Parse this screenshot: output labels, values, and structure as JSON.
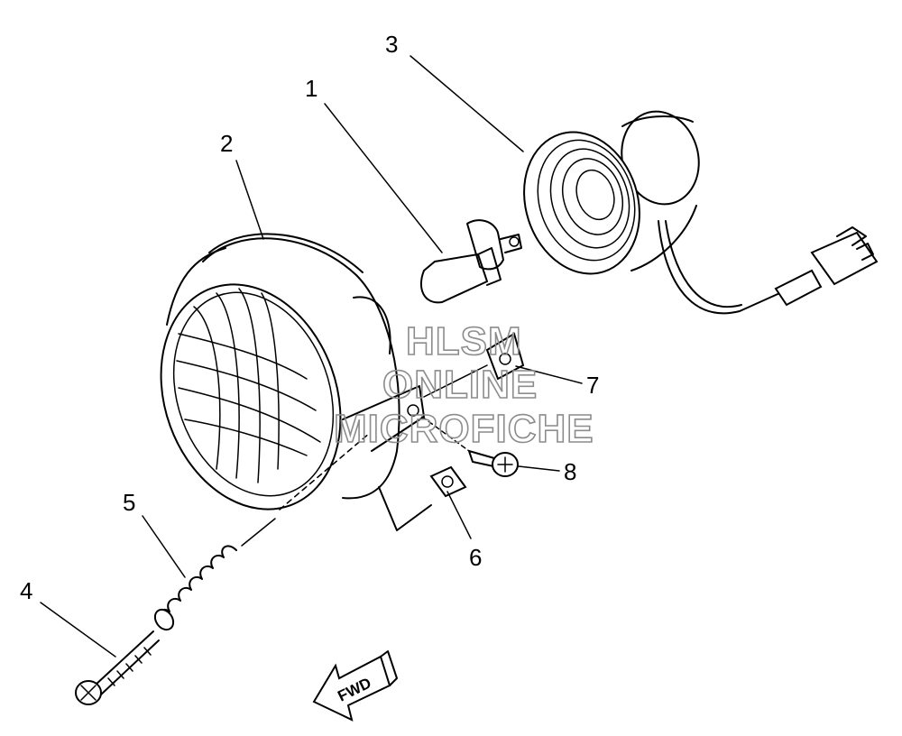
{
  "callouts": [
    {
      "id": "1",
      "label": "1"
    },
    {
      "id": "2",
      "label": "2"
    },
    {
      "id": "3",
      "label": "3"
    },
    {
      "id": "4",
      "label": "4"
    },
    {
      "id": "5",
      "label": "5"
    },
    {
      "id": "6",
      "label": "6"
    },
    {
      "id": "7",
      "label": "7"
    },
    {
      "id": "8",
      "label": "8"
    }
  ],
  "watermark": {
    "line1": "HLSM",
    "line2": "ONLINE",
    "line3": "MICROFICHE"
  },
  "direction_arrow": {
    "label": "FWD"
  },
  "colors": {
    "line": "#000000",
    "watermark": "#8c8c8c",
    "background": "#ffffff"
  }
}
